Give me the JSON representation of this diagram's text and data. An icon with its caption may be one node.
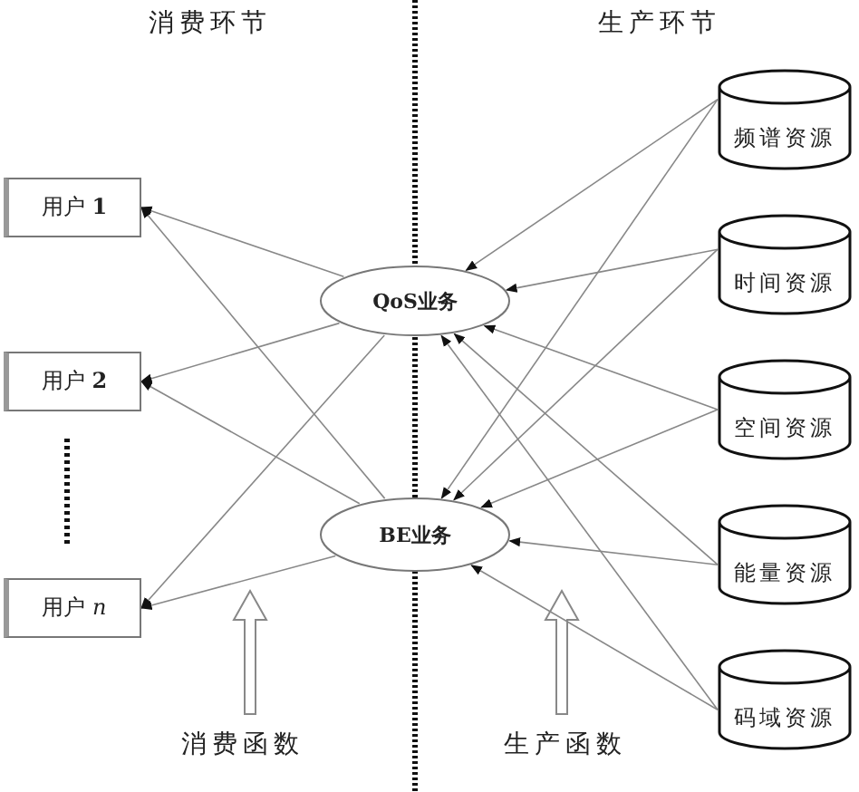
{
  "diagram": {
    "nodes": [
      {
        "text": [
          "用户 **1**"
        ]
      },
      {
        "text": [
          "用户 **2**"
        ]
      },
      {
        "text": [
          "用户 *n*"
        ]
      },
      {
        "text": [
          "QoS业务"
        ]
      },
      {
        "text": [
          "BE业务"
        ]
      },
      {
        "text": [
          "频谱资源"
        ]
      },
      {
        "text": [
          "时间资源"
        ]
      },
      {
        "text": [
          "空间资源"
        ]
      },
      {
        "text": [
          "能量资源"
        ]
      },
      {
        "text": [
          "码域资源"
        ]
      }
    ],
    "edges": [
      {
        "from": 3,
        "to": 0,
        "arrow": "to"
      },
      {
        "from": 3,
        "to": 1,
        "arrow": "to"
      },
      {
        "from": 3,
        "to": 2,
        "arrow": "to"
      },
      {
        "from": 4,
        "to": 0,
        "arrow": "to"
      },
      {
        "from": 4,
        "to": 1,
        "arrow": "to"
      },
      {
        "from": 4,
        "to": 2,
        "arrow": "to"
      },
      {
        "from": 5,
        "to": 3,
        "arrow": "to"
      },
      {
        "from": 5,
        "to": 4,
        "arrow": "to"
      },
      {
        "from": 6,
        "to": 3,
        "arrow": "to"
      },
      {
        "from": 6,
        "to": 4,
        "arrow": "to"
      },
      {
        "from": 7,
        "to": 3,
        "arrow": "to"
      },
      {
        "from": 7,
        "to": 4,
        "arrow": "to"
      },
      {
        "from": 8,
        "to": 3,
        "arrow": "to"
      },
      {
        "from": 8,
        "to": 4,
        "arrow": "to"
      },
      {
        "from": 9,
        "to": 3,
        "arrow": "to"
      },
      {
        "from": 9,
        "to": 4,
        "arrow": "to"
      }
    ],
    "labels": [
      "消费环节",
      "生产环节",
      "消费函数",
      "生产函数"
    ]
  }
}
